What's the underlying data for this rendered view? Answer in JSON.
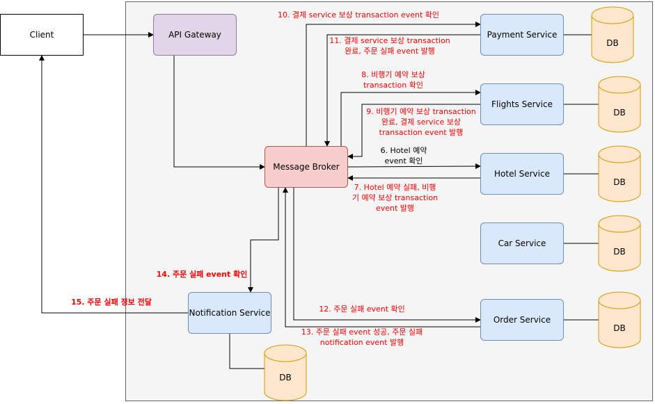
{
  "nodes": {
    "client": "Client",
    "api_gateway": "API Gateway",
    "message_broker": "Message Broker",
    "payment_service": "Payment Service",
    "flights_service": "Flights Service",
    "hotel_service": "Hotel Service",
    "car_service": "Car Service",
    "order_service": "Order Service",
    "notification_service": "Notification Service"
  },
  "db_label": "DB",
  "edge_labels": {
    "step6": [
      "6. Hotel 예약",
      "event 확인"
    ],
    "step7": [
      "7. Hotel 예약 실패, 비행",
      "기 예약 보상 transaction",
      "event 발행"
    ],
    "step8": [
      "8. 비행기 예약 보상",
      "transaction 확인"
    ],
    "step9": [
      "9. 비행기 예약 보상 transaction",
      "완료, 결제 service 보상",
      "transaction event 발행"
    ],
    "step10": [
      "10. 결제 service 보상 transaction event 확인"
    ],
    "step11": [
      "11. 결제 service 보상 transaction",
      "완료, 주문 실패 event 발행"
    ],
    "step12": [
      "12. 주문 실패 event 확인"
    ],
    "step13": [
      "13. 주문 실패 event 성공, 주문 실패",
      "notification event 발행"
    ],
    "step14": [
      "14. 주문  실패 event 확인"
    ],
    "step15": [
      "15. 주문 실패 정보 전달"
    ]
  },
  "colors": {
    "service_fill": "#dae8fc",
    "service_stroke": "#6c8ebf",
    "gateway_fill": "#e1d5e7",
    "broker_fill": "#f8cecc",
    "db_fill": "#ffe6cc",
    "db_stroke": "#d79b00",
    "label_red": "#ff0000"
  }
}
